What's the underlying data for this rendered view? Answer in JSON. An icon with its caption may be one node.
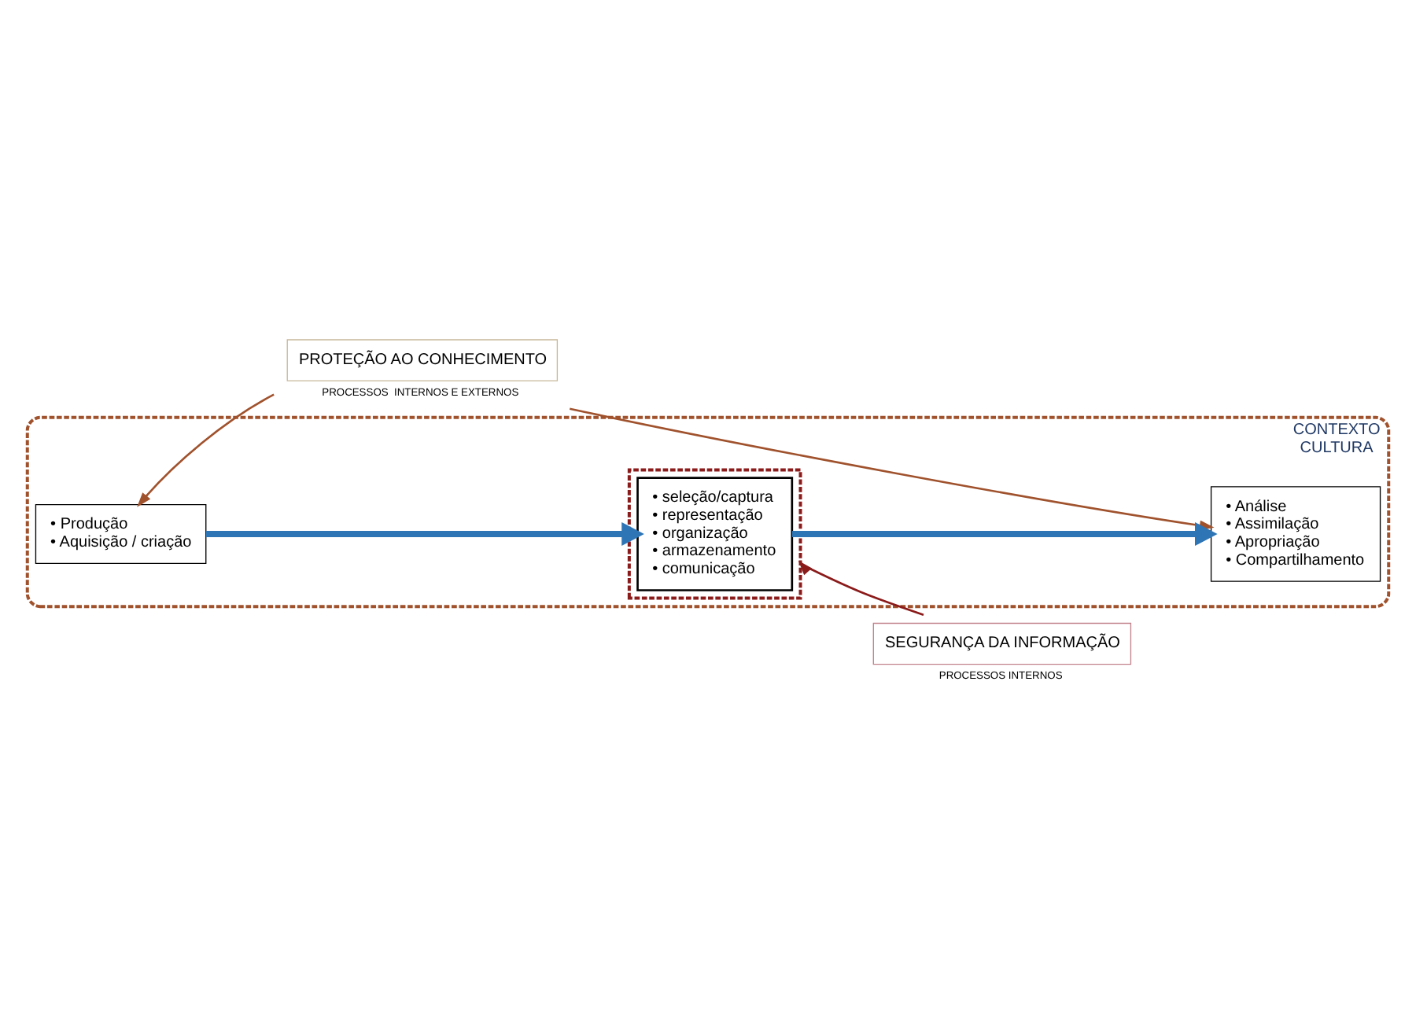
{
  "diagram": {
    "nodes": [
      {
        "text": [
          "PROTEÇÃO AO CONHECIMENTO"
        ],
        "beside": [
          "PROCESSOS  INTERNOS E EXTERNOS"
        ]
      },
      {
        "text": [
          "CONTEXTO",
          "CULTURA"
        ]
      },
      {
        "text": [
          "• Produção",
          "• Aquisição / criação"
        ],
        "in": 1
      },
      {
        "text": [],
        "shape": "box",
        "in": 1
      },
      {
        "text": [
          "• seleção/captura",
          "• representação",
          "• organização",
          "• armazenamento",
          "• comunicação"
        ],
        "in": 3
      },
      {
        "text": [
          "• Análise",
          "• Assimilação",
          "• Apropriação",
          "• Compartilhamento"
        ],
        "in": 1
      },
      {
        "text": [
          "SEGURANÇA DA INFORMAÇÃO"
        ],
        "beside": [
          "PROCESSOS INTERNOS"
        ]
      }
    ],
    "edges": [
      {
        "from": 0,
        "to": 2,
        "arrow": "to",
        "color": "#a0522d"
      },
      {
        "from": 0,
        "to": 5,
        "arrow": "to",
        "color": "#a0522d"
      },
      {
        "from": 2,
        "to": 4,
        "arrow": "to",
        "style": "thick",
        "color": "#2e75b6"
      },
      {
        "from": 4,
        "to": 5,
        "arrow": "to",
        "style": "thick",
        "color": "#2e75b6"
      },
      {
        "from": 6,
        "to": 3,
        "arrow": "to",
        "color": "#8b1a1a"
      }
    ]
  }
}
